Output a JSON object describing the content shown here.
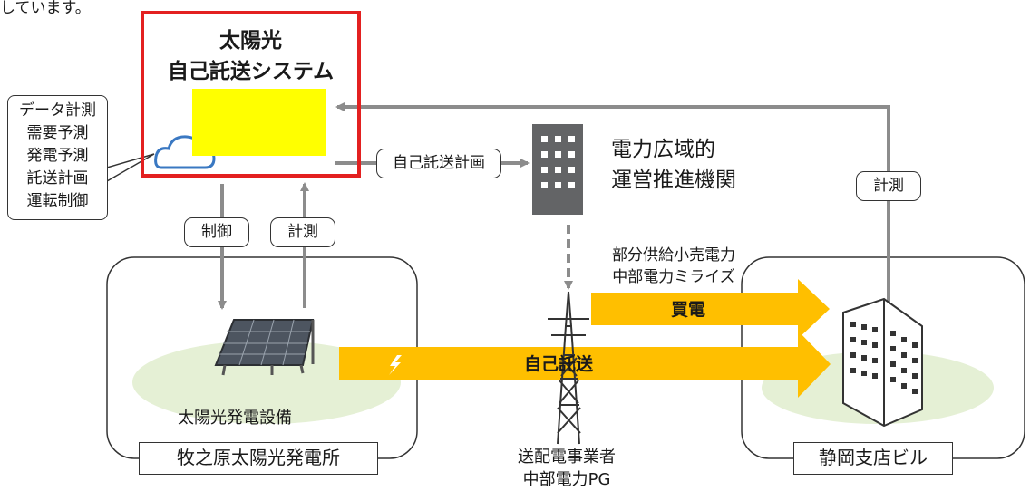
{
  "top_caption": "しています。",
  "system": {
    "title_line1": "太陽光",
    "title_line2": "自己託送システム"
  },
  "tasks": [
    "データ計測",
    "需要予測",
    "発電予測",
    "託送計画",
    "運転制御"
  ],
  "labels": {
    "control": "制御",
    "measure_left": "計測",
    "measure_right": "計測",
    "plan": "自己託送計画"
  },
  "occto": {
    "line1": "電力広域的",
    "line2": "運営推進機関"
  },
  "retail": {
    "line1": "部分供給小売電力",
    "line2": "中部電力ミライズ"
  },
  "buy_power": "買電",
  "self_transmission": "自己託送",
  "solar_equipment": "太陽光発電設備",
  "left_site": "牧之原太陽光発電所",
  "right_site": "静岡支店ビル",
  "grid": {
    "line1": "送配電事業者",
    "line2": "中部電力PG"
  },
  "colors": {
    "red_frame": "#e32020",
    "yellow": "#ffff00",
    "orange_arrow": "#ffbf00",
    "gray_line": "#8c8c8c",
    "cloud": "#3a78c2",
    "ground": "#e5f0d5"
  }
}
